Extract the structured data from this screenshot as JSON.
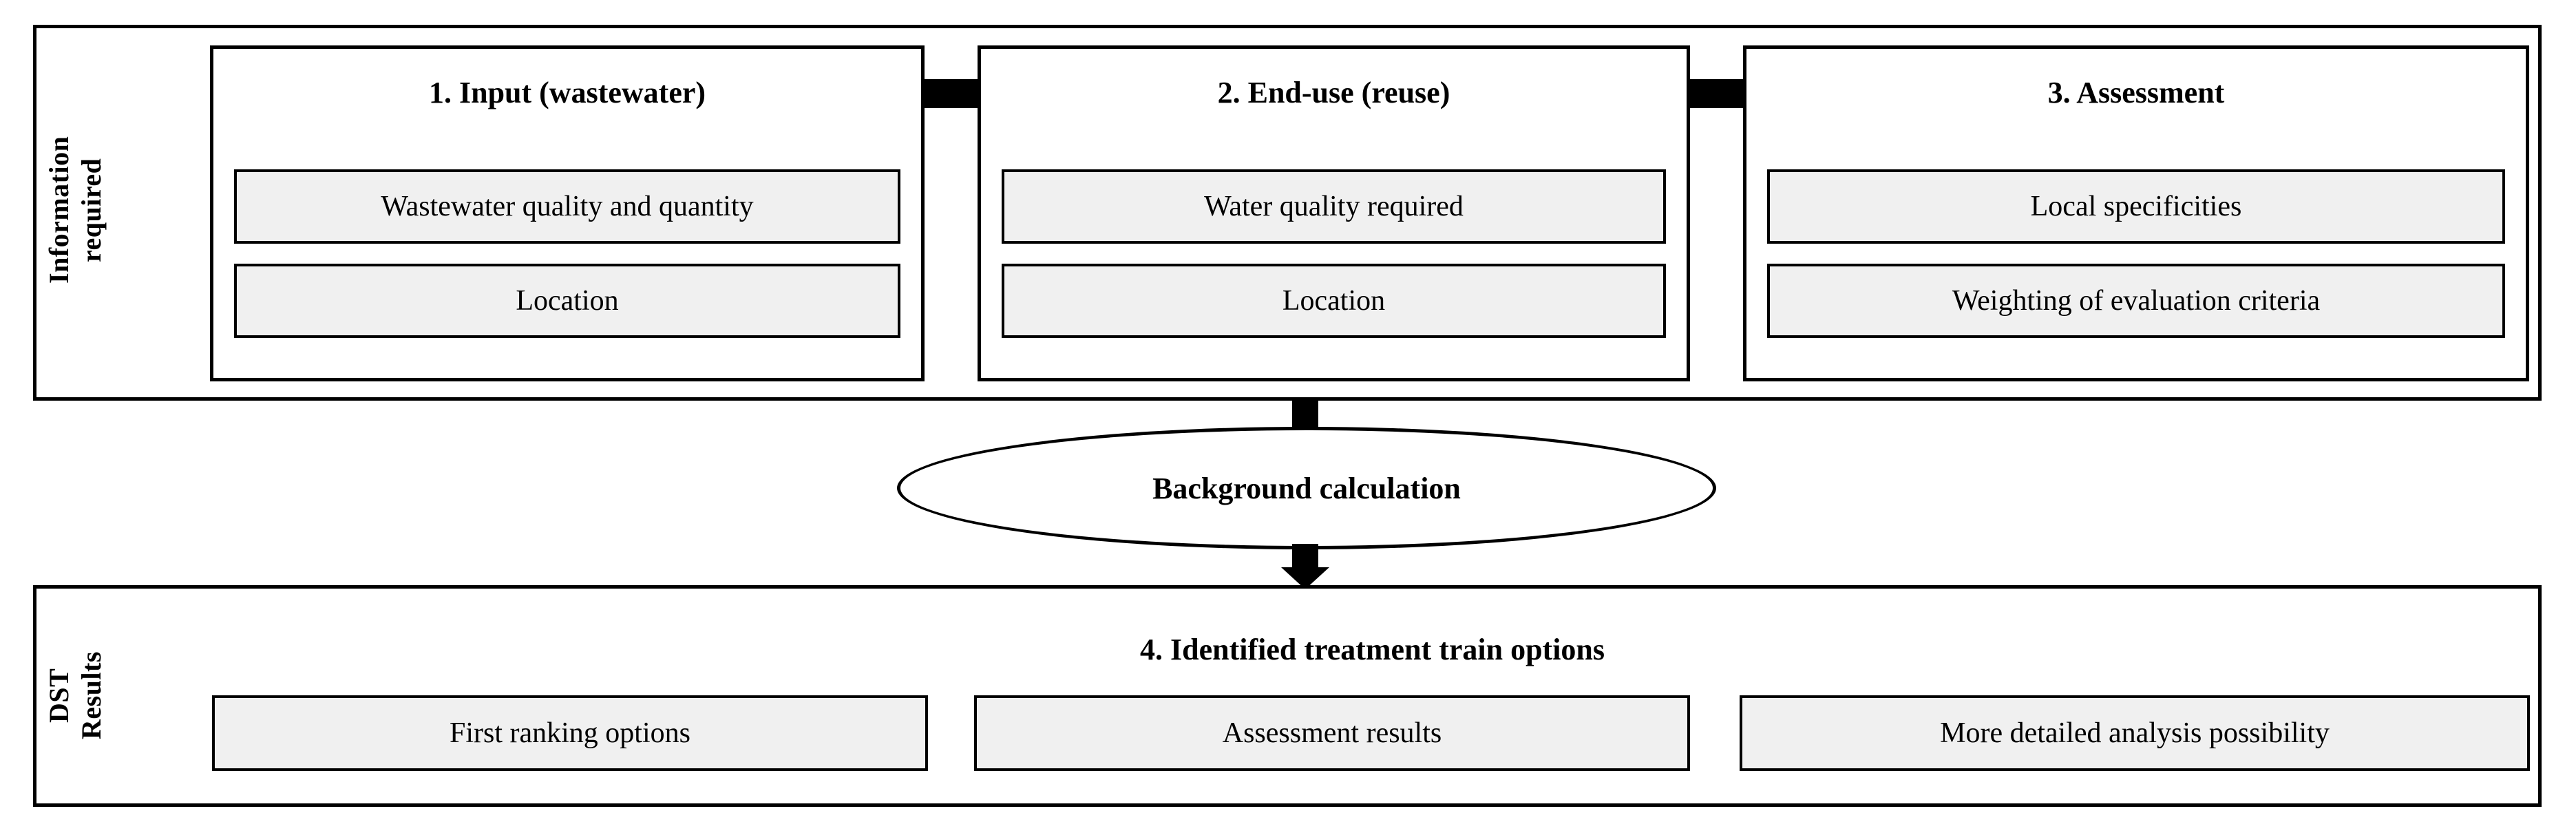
{
  "diagram": {
    "title_implicit": "Decision support tool flow",
    "colors": {
      "line": "#000000",
      "chip_fill": "#f0f0f0",
      "background": "#ffffff"
    },
    "sections": {
      "top": {
        "label": "Information\nrequired"
      },
      "bottom": {
        "label": "DST\nResults"
      }
    },
    "stages": [
      {
        "title": "1. Input (wastewater)",
        "items": [
          "Wastewater quality and quantity",
          "Location"
        ]
      },
      {
        "title": "2. End-use (reuse)",
        "items": [
          "Water quality required",
          "Location"
        ]
      },
      {
        "title": "3. Assessment",
        "items": [
          "Local specificities",
          "Weighting of evaluation criteria"
        ]
      }
    ],
    "process": {
      "label": "Background calculation"
    },
    "results": {
      "title": "4. Identified treatment train options",
      "items": [
        "First ranking options",
        "Assessment results",
        "More detailed analysis possibility"
      ]
    }
  }
}
